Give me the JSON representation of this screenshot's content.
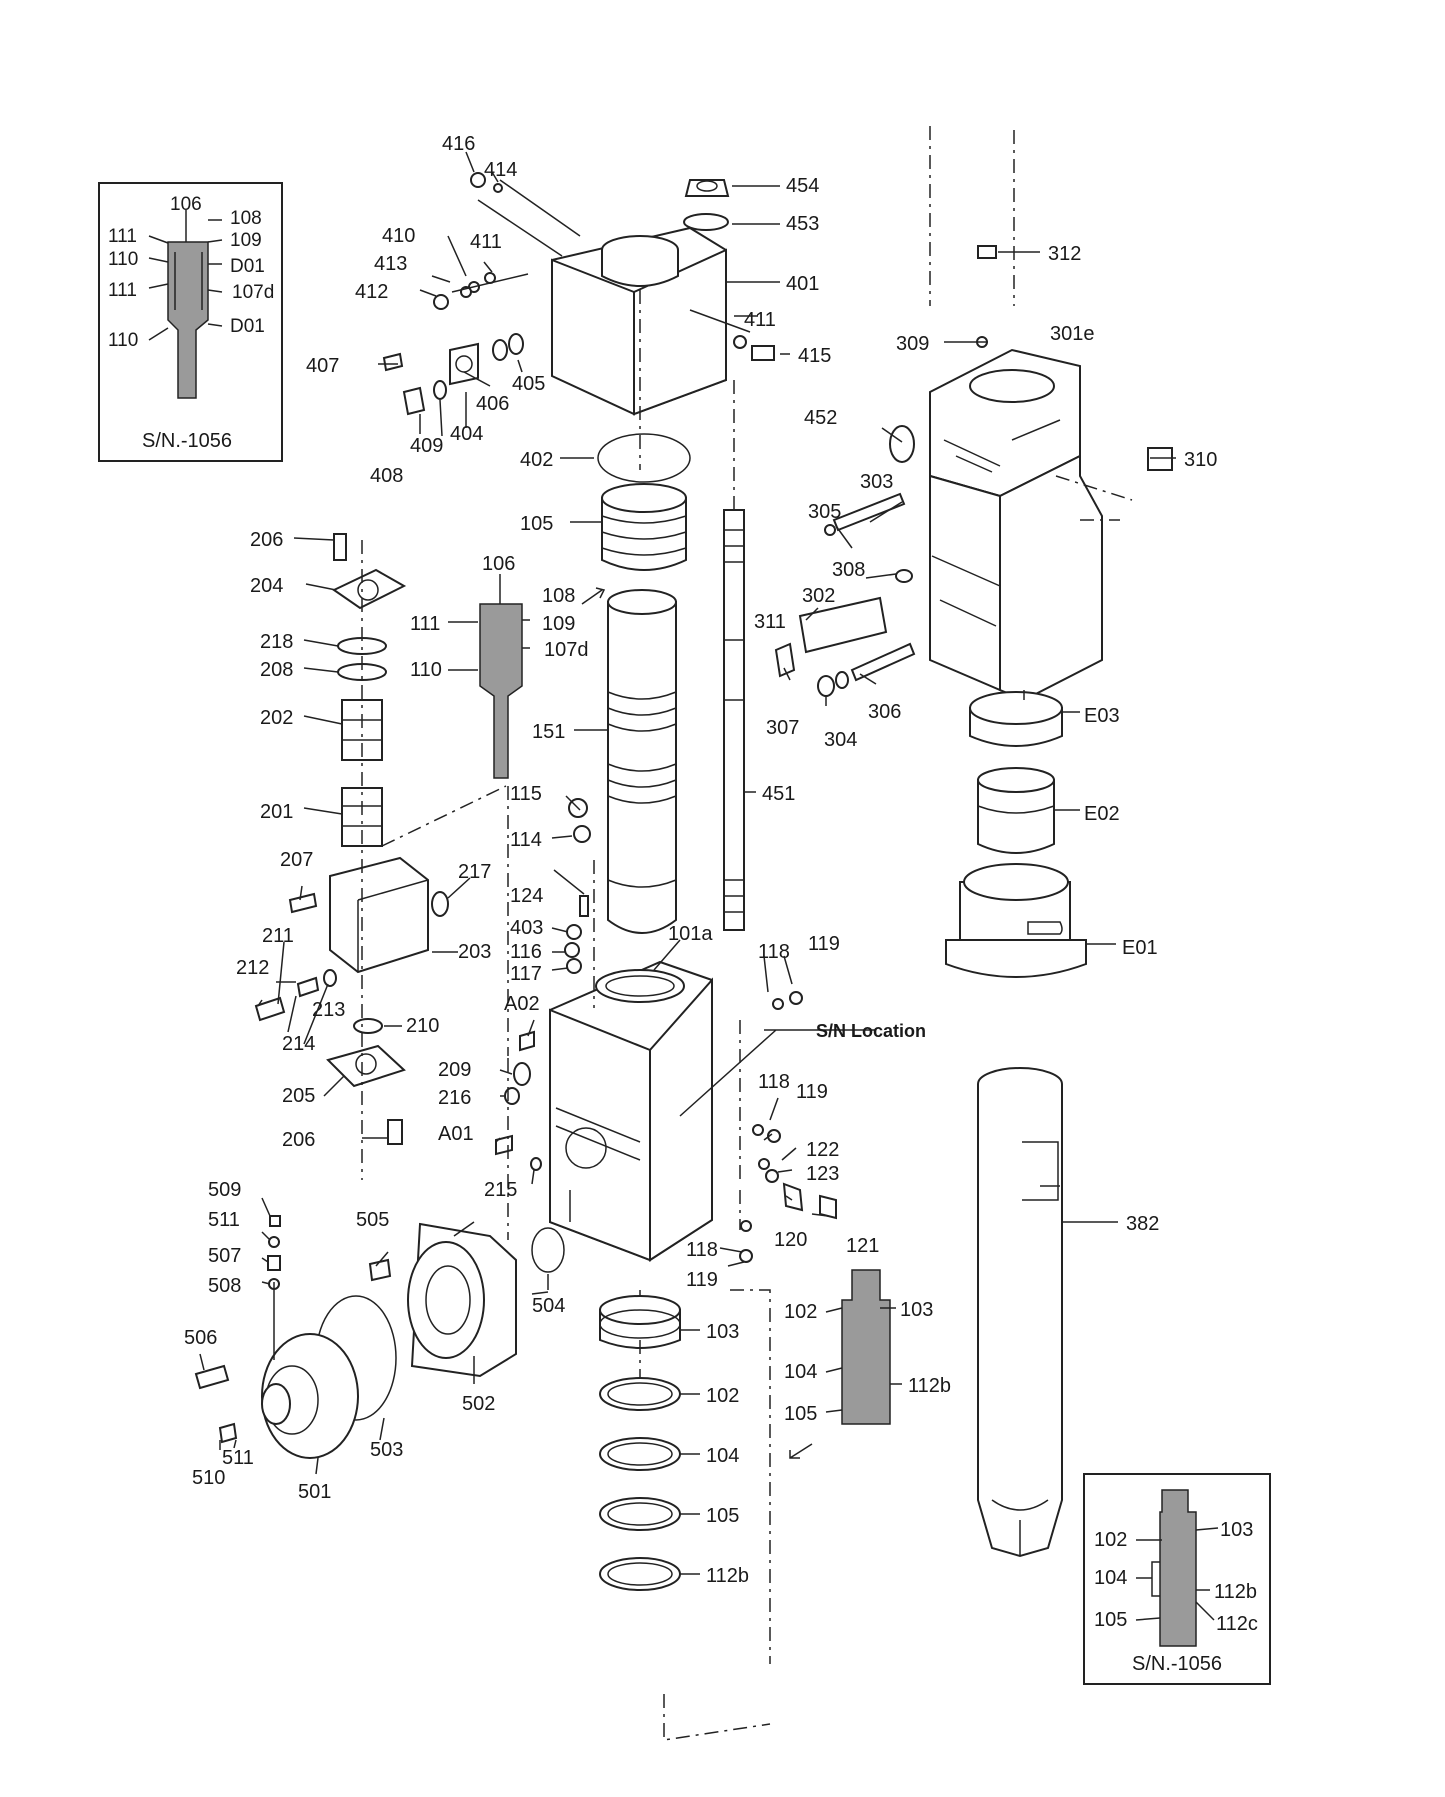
{
  "inset_top_left": {
    "serial": "S/N.-1056",
    "labels": [
      "106",
      "111",
      "110",
      "111",
      "110",
      "108",
      "109",
      "D01",
      "107d",
      "D01"
    ]
  },
  "inset_bottom_right": {
    "serial": "S/N.-1056",
    "labels": [
      "102",
      "104",
      "105",
      "103",
      "112b",
      "112c"
    ]
  },
  "valve_box_labels": [
    "416",
    "414",
    "410",
    "411",
    "413",
    "412",
    "401",
    "411",
    "415",
    "407",
    "405",
    "406",
    "404",
    "409",
    "408",
    "454",
    "453"
  ],
  "seal_ring_labels": [
    "402",
    "105"
  ],
  "accumulator_labels": [
    "206",
    "204",
    "218",
    "208",
    "202",
    "201",
    "207",
    "217",
    "203",
    "211",
    "212",
    "213",
    "214",
    "210",
    "205",
    "206"
  ],
  "valve_inset_labels": [
    "106",
    "108",
    "111",
    "109",
    "107d",
    "110"
  ],
  "cylinder_labels": [
    "151",
    "451",
    "115",
    "114",
    "124",
    "403",
    "116",
    "117",
    "101a",
    "118",
    "119",
    "A02",
    "209",
    "216",
    "A01",
    "215",
    "118",
    "119",
    "122",
    "123",
    "120",
    "121",
    "118",
    "119",
    "504"
  ],
  "sn_location": "S/N Location",
  "backhead_labels": [
    "509",
    "511",
    "507",
    "508",
    "505",
    "506",
    "511",
    "510",
    "501",
    "503",
    "502"
  ],
  "lower_seal_labels": [
    "103",
    "102",
    "104",
    "105",
    "112b"
  ],
  "lower_inset_labels": [
    "102",
    "103",
    "104",
    "112b",
    "105"
  ],
  "front_head_labels": [
    "312",
    "309",
    "301e",
    "452",
    "310",
    "305",
    "303",
    "308",
    "302",
    "311",
    "307",
    "304",
    "306",
    "E03",
    "E02",
    "E01",
    "382"
  ]
}
